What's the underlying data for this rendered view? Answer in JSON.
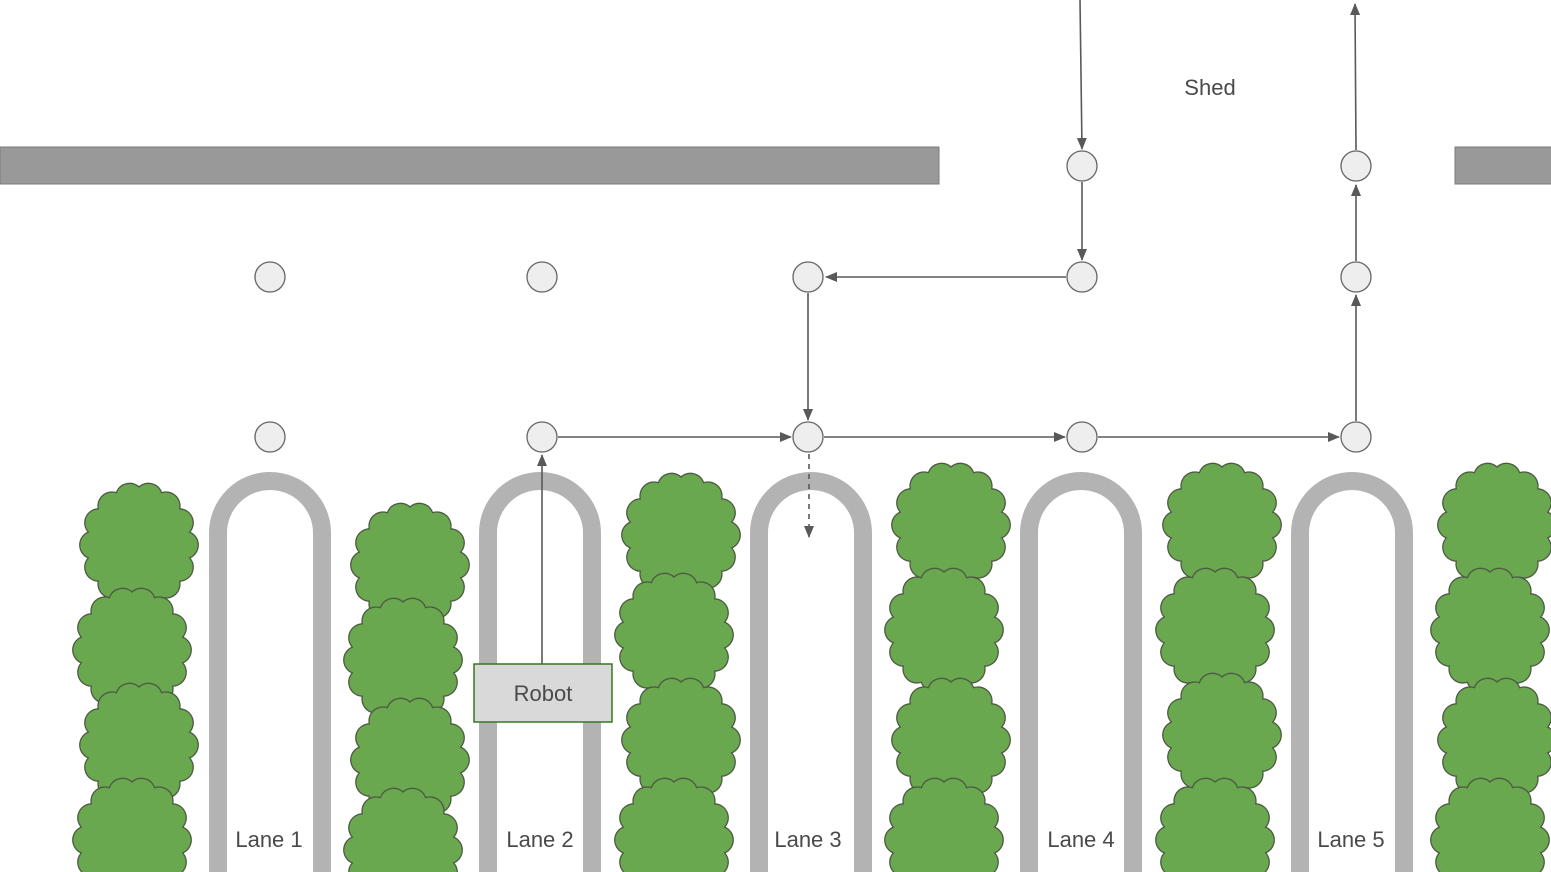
{
  "title_label": "Shed",
  "robot_label": "Robot",
  "lanes": [
    {
      "label": "Lane 1"
    },
    {
      "label": "Lane 2"
    },
    {
      "label": "Lane 3"
    },
    {
      "label": "Lane 4"
    },
    {
      "label": "Lane 5"
    }
  ],
  "colors": {
    "wall": "#999999",
    "lane": "#b3b3b3",
    "bush": "#6aa84f",
    "bush_stroke": "#4d5a43",
    "node": "#eeeeee",
    "node_stroke": "#666666",
    "arrow": "#595959",
    "robot_fill": "#d9d9d9",
    "robot_stroke": "#38761d",
    "text": "#4a4a4a"
  },
  "icons": {
    "bush": "bush-icon",
    "node": "waypoint-node"
  }
}
